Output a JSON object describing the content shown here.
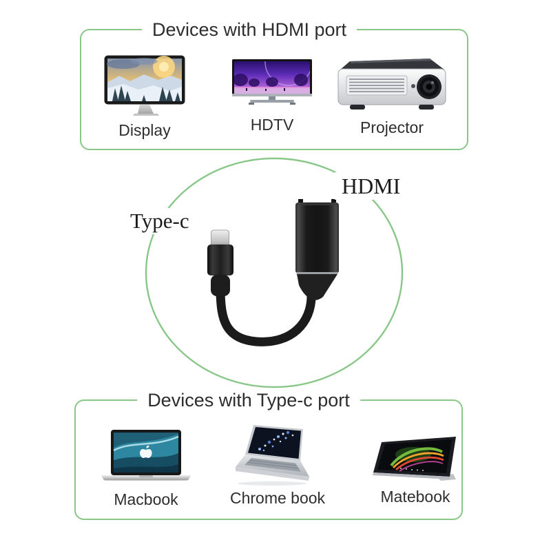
{
  "colors": {
    "page_bg": "#ffffff",
    "accent_green": "#89c789",
    "title_text": "#2d2d2d",
    "label_text": "#2e2e2e",
    "serif_text": "#1c1c1c"
  },
  "top_panel": {
    "title": "Devices with HDMI port",
    "devices": [
      {
        "label": "Display",
        "icon": "monitor-icon"
      },
      {
        "label": "HDTV",
        "icon": "tv-icon"
      },
      {
        "label": "Projector",
        "icon": "projector-icon"
      }
    ]
  },
  "adapter": {
    "left_label": "Type-c",
    "right_label": "HDMI",
    "cable_icon": "usb-c-to-hdmi-adapter-icon"
  },
  "bottom_panel": {
    "title": "Devices with Type-c port",
    "devices": [
      {
        "label": "Macbook",
        "icon": "macbook-icon"
      },
      {
        "label": "Chrome book",
        "icon": "chromebook-icon"
      },
      {
        "label": "Matebook",
        "icon": "matebook-tablet-icon"
      }
    ]
  }
}
